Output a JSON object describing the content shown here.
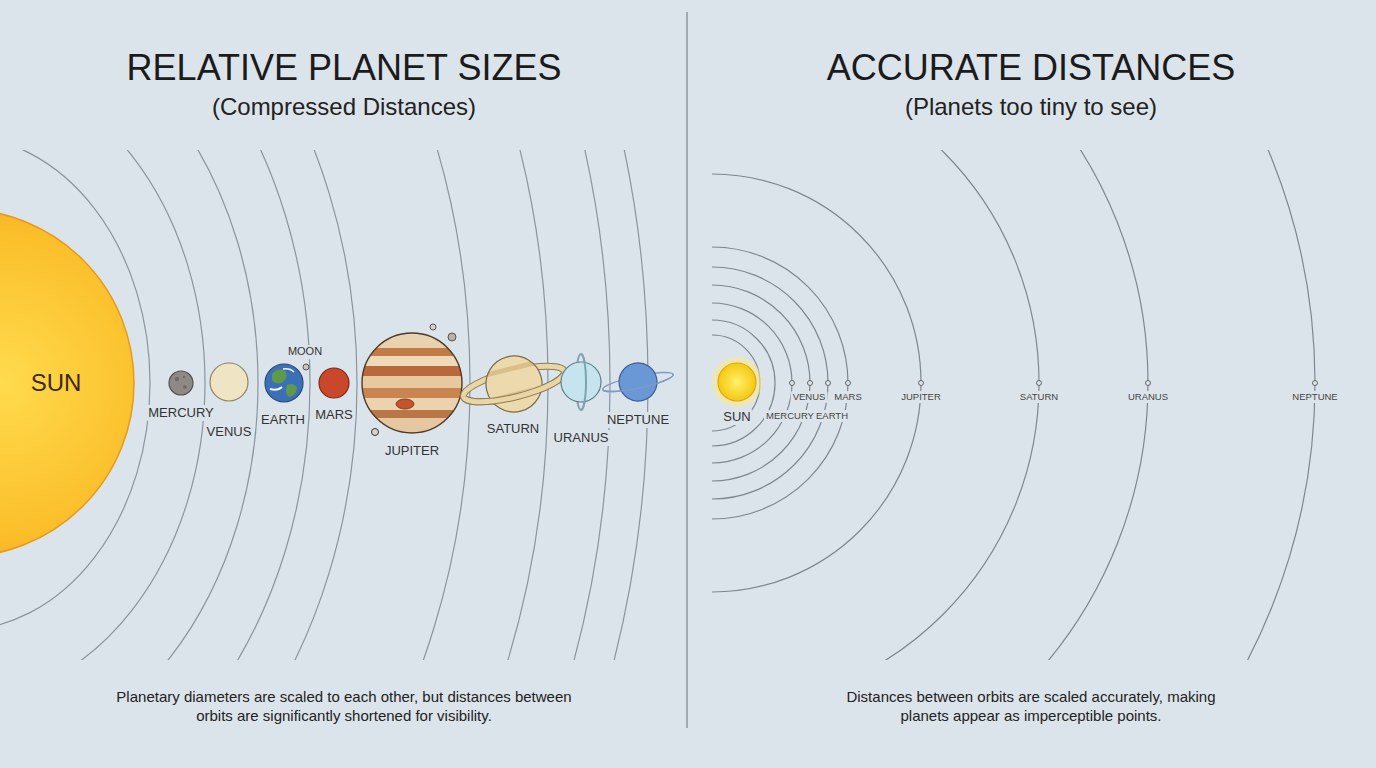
{
  "diagram": {
    "nodes": [
      {
        "text": [
          "SUN"
        ]
      }
    ],
    "labels": [
      "RELATIVE PLANET SIZES",
      "(Compressed Distances)",
      "MERCURY",
      "VENUS",
      "MOON",
      "EARTH",
      "MARS",
      "JUPITER",
      "SATURN",
      "URANUS",
      "NEPTUNE",
      "Planetary diameters are scaled to each other, but distances between orbits are significantly shortened for visibility.",
      "ACCURATE DISTANCES",
      "(Planets too tiny to see)",
      "SUN",
      "MERCURY",
      "VENUS",
      "EARTH",
      "MARS",
      "JUPITER",
      "SATURN",
      "URANUS",
      "NEPTUNE",
      "Distances between orbits are scaled accurately, making planets appear as imperceptible points."
    ]
  }
}
